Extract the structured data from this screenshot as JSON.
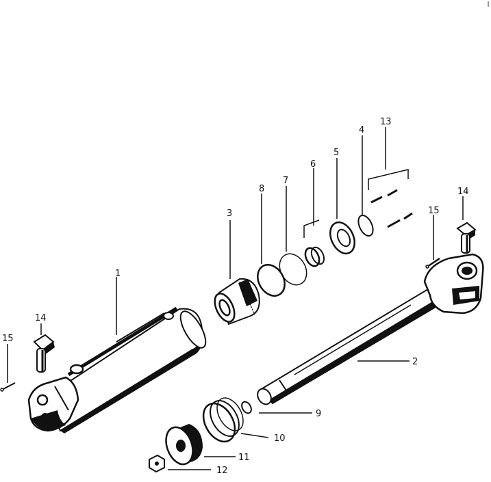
{
  "diagram": {
    "labels": {
      "p1": "1",
      "p2": "2",
      "p3": "3",
      "p4": "4",
      "p5": "5",
      "p6": "6",
      "p7": "7",
      "p8": "8",
      "p9": "9",
      "p10": "10",
      "p11": "11",
      "p12": "12",
      "p13": "13",
      "p14a": "14",
      "p14b": "14",
      "p15a": "15",
      "p15b": "15"
    }
  }
}
